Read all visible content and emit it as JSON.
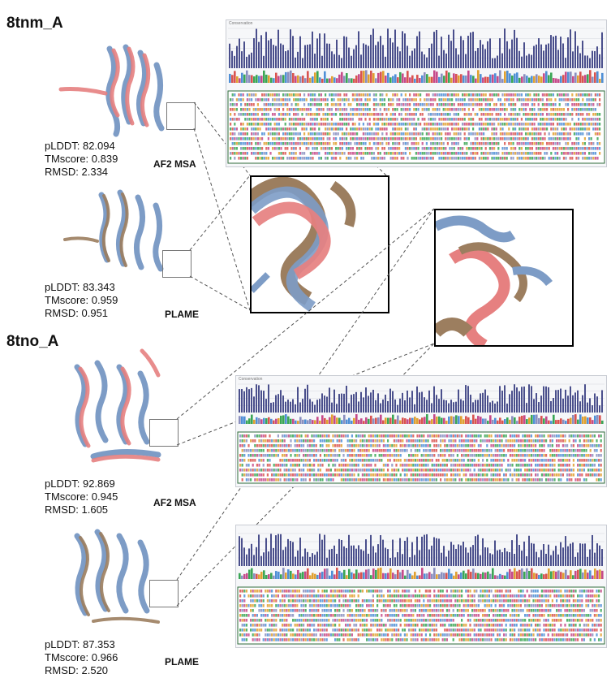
{
  "sections": [
    {
      "id": "8tnm",
      "title": "8tnm_A",
      "models": [
        {
          "method": "AF2 MSA",
          "plddt": "pLDDT: 82.094",
          "tmscore": "TMscore: 0.839",
          "rmsd": "RMSD: 2.334",
          "structure_color": "#e68080"
        },
        {
          "method": "PLAME",
          "plddt": "pLDDT: 83.343",
          "tmscore": "TMscore: 0.959",
          "rmsd": "RMSD: 0.951",
          "structure_color": "#9c7e5f"
        }
      ]
    },
    {
      "id": "8tno",
      "title": "8tno_A",
      "models": [
        {
          "method": "AF2 MSA",
          "plddt": "pLDDT: 92.869",
          "tmscore": "TMscore: 0.945",
          "rmsd": "RMSD: 1.605",
          "structure_color": "#e68080"
        },
        {
          "method": "PLAME",
          "plddt": "pLDDT: 87.353",
          "tmscore": "TMscore: 0.966",
          "rmsd": "RMSD: 2.520",
          "structure_color": "#9c7e5f"
        }
      ]
    }
  ],
  "reference_color": "#7d9cc6",
  "msa_panels": [
    {
      "caption": "Conservation"
    },
    {
      "caption": "Conservation"
    },
    {
      "caption": ""
    }
  ],
  "colors": {
    "conservation_bar": "#4a4f8c",
    "hydrophobic": "#4f8fd6",
    "polar": "#3aa655",
    "acidic": "#c64a8a",
    "basic": "#d9534f",
    "glycine": "#e0a030",
    "neutral": "#8a8fbf"
  }
}
